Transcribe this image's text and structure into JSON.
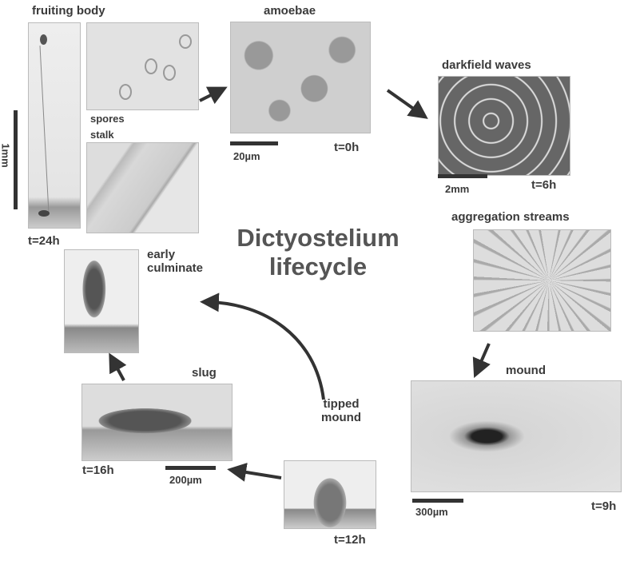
{
  "title": {
    "line1": "Dictyostelium",
    "line2": "lifecycle"
  },
  "stages": {
    "fruiting_body": {
      "label": "fruiting body",
      "spores": "spores",
      "stalk": "stalk",
      "scale": "1mm",
      "time": "t=24h"
    },
    "amoebae": {
      "label": "amoebae",
      "scale": "20µm",
      "time": "t=0h"
    },
    "darkfield_waves": {
      "label": "darkfield waves",
      "scale": "2mm",
      "time": "t=6h"
    },
    "aggregation_streams": {
      "label": "aggregation streams"
    },
    "mound": {
      "label": "mound",
      "scale": "300µm",
      "time": "t=9h"
    },
    "tipped_mound": {
      "label1": "tipped",
      "label2": "mound",
      "time": "t=12h"
    },
    "slug": {
      "label": "slug",
      "scale": "200µm",
      "time": "t=16h"
    },
    "early_culminate": {
      "label1": "early",
      "label2": "culminate"
    }
  }
}
